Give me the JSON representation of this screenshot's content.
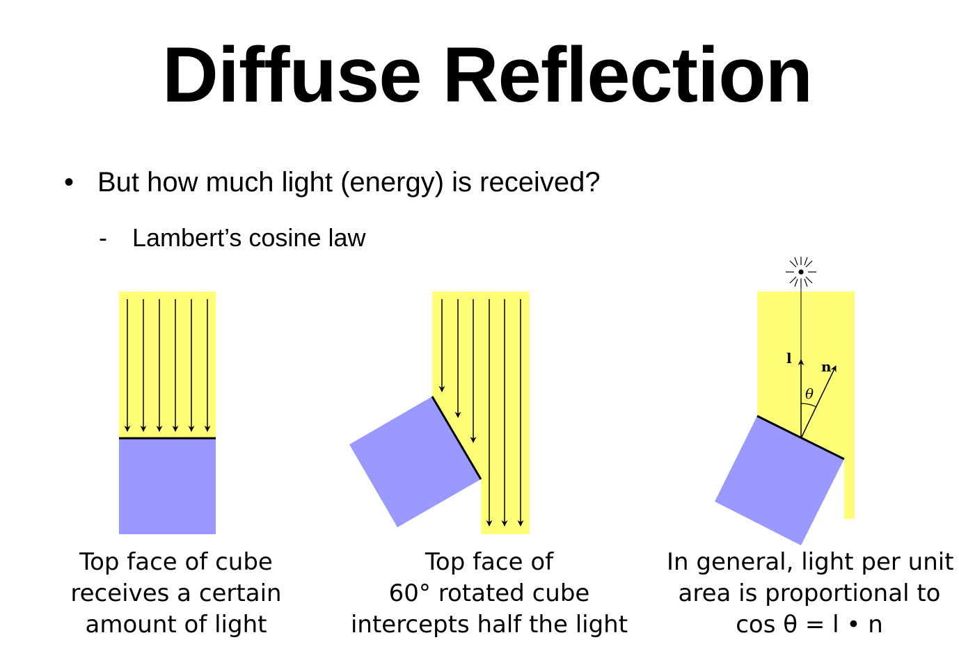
{
  "slide": {
    "title": "Diffuse Reflection",
    "bullet": {
      "marker": "•",
      "text": "But how much light (energy) is received?"
    },
    "sub_bullet": {
      "marker": "-",
      "text": "Lambert’s cosine law"
    }
  },
  "figures": [
    {
      "caption_lines": [
        "Top face of cube",
        "receives a certain",
        "amount of light"
      ]
    },
    {
      "caption_lines": [
        "Top face of",
        "60° rotated cube",
        "intercepts half the light"
      ]
    },
    {
      "labels": {
        "light_vector": "l",
        "normal_vector": "n",
        "angle": "θ"
      },
      "caption_lines": [
        "In general, light per unit",
        "area is proportional to",
        "cos θ = l • n"
      ]
    }
  ],
  "colors": {
    "light_beam": "#ffff77",
    "cube": "#9999ff",
    "stroke": "#000000"
  },
  "icons": {
    "light_source": "sun-burst-icon"
  }
}
